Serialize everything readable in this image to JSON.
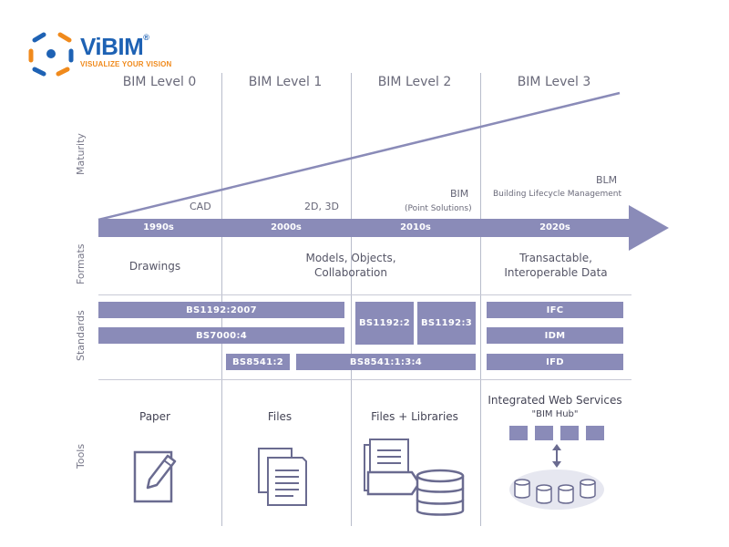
{
  "logo": {
    "name": "ViBIM",
    "registered": "®",
    "tagline": "VISUALIZE YOUR VISION"
  },
  "levels": [
    "BIM Level 0",
    "BIM Level 1",
    "BIM Level 2",
    "BIM Level 3"
  ],
  "row_labels": {
    "maturity": "Maturity",
    "formats": "Formats",
    "standards": "Standards",
    "tools": "Tools"
  },
  "maturity_points": {
    "cad": "CAD",
    "two_d_three_d": "2D, 3D",
    "bim": "BIM",
    "bim_sub": "(Point Solutions)",
    "blm": "BLM",
    "blm_sub": "Building Lifecycle Management"
  },
  "timeline": [
    "1990s",
    "2000s",
    "2010s",
    "2020s"
  ],
  "formats": {
    "level0": "Drawings",
    "level12_line1": "Models, Objects,",
    "level12_line2": "Collaboration",
    "level3_line1": "Transactable,",
    "level3_line2": "Interoperable Data"
  },
  "standards": {
    "bs1192_2007": "BS1192:2007",
    "bs7000_4": "BS7000:4",
    "bs8541_2": "BS8541:2",
    "bs8541_134": "BS8541:1:3:4",
    "bs1192_2": "BS1192:2",
    "bs1192_3": "BS1192:3",
    "ifc": "IFC",
    "idm": "IDM",
    "ifd": "IFD"
  },
  "tools": {
    "paper": "Paper",
    "files": "Files",
    "files_libraries": "Files + Libraries",
    "web_services": "Integrated Web Services",
    "bim_hub": "\"BIM Hub\""
  },
  "colors": {
    "bar": "#8a8bb8",
    "line": "#8a8bb8",
    "divider": "#b8bccb",
    "logo_blue": "#1e62b4",
    "logo_orange": "#f08a1c"
  }
}
